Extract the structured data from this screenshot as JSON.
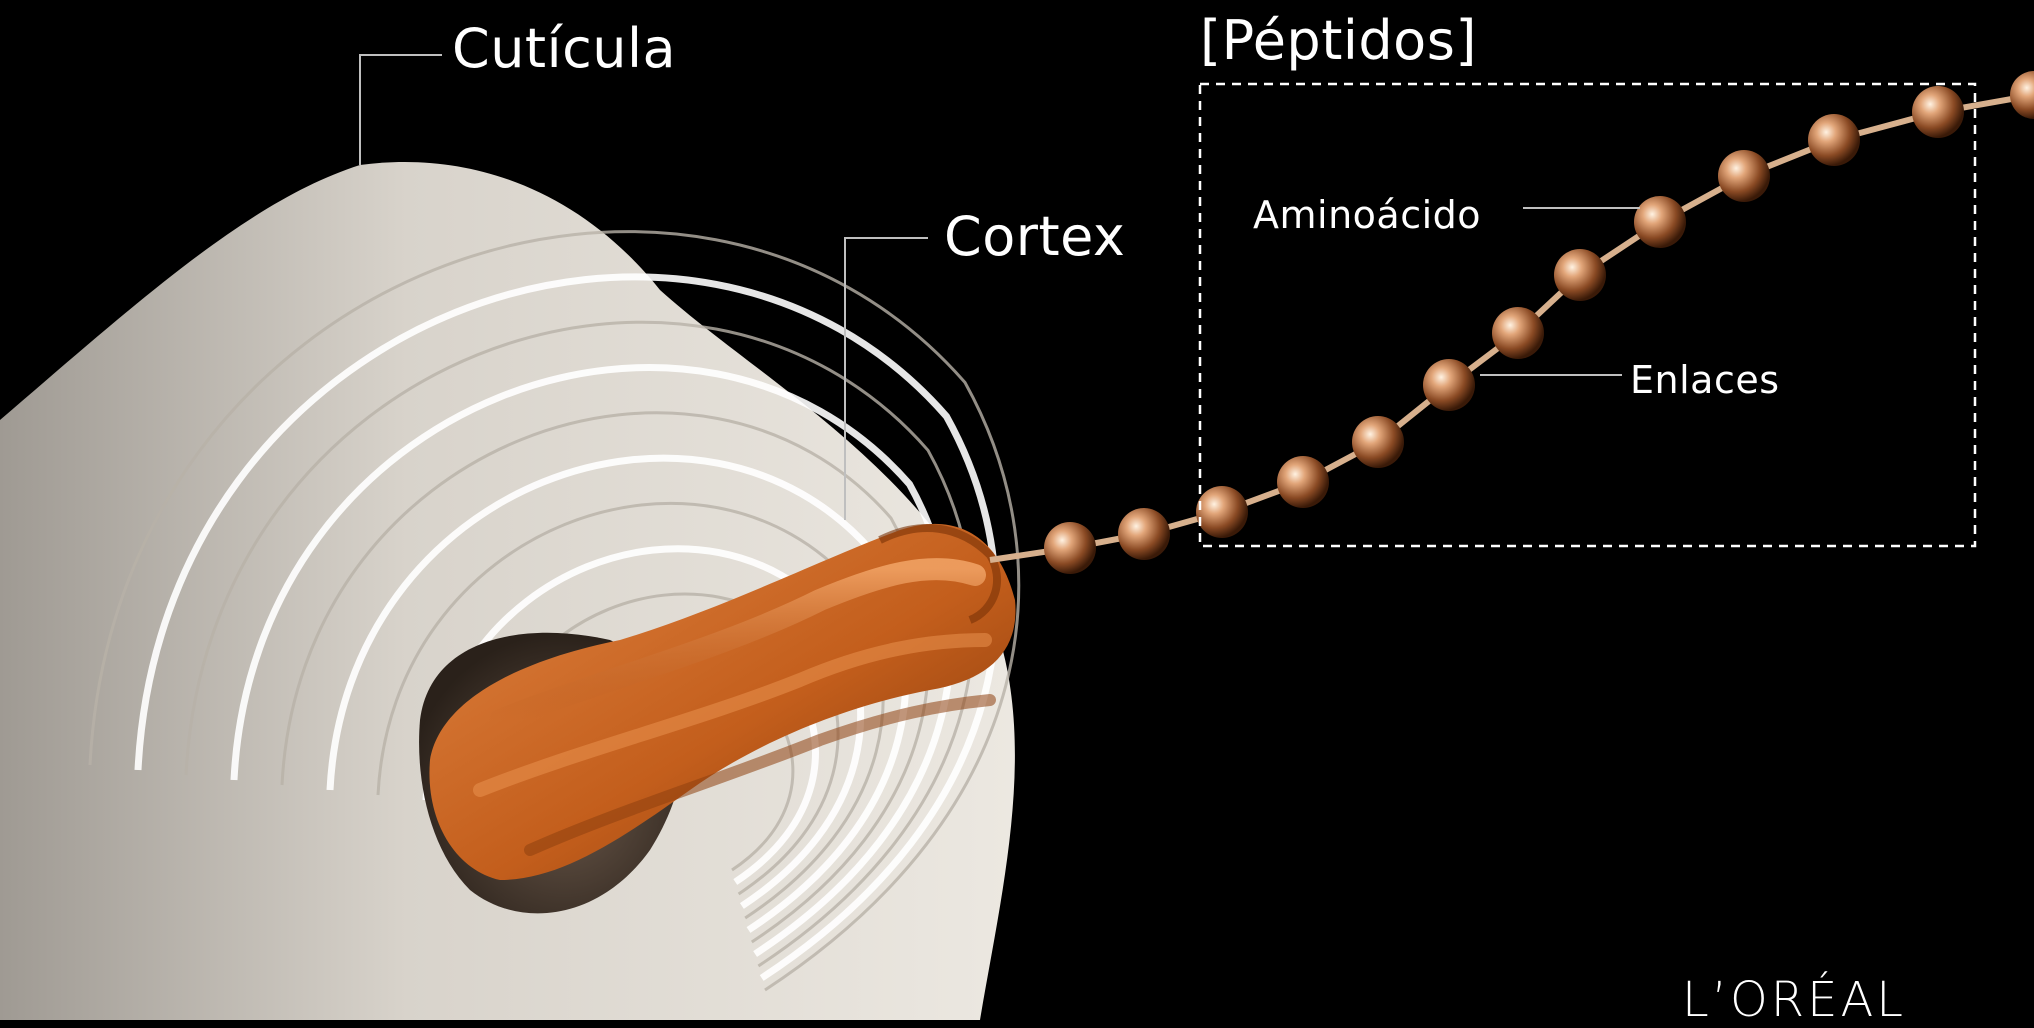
{
  "labels": {
    "cuticula": "Cutícula",
    "cortex": "Cortex",
    "peptidos": "[Péptidos]",
    "aminoacido": "Aminoácido",
    "enlaces": "Enlaces"
  },
  "brand": {
    "logo_text": "L’ORÉAL"
  },
  "colors": {
    "background": "#000000",
    "text": "#ffffff",
    "cuticle": "#f1ede6",
    "cortex": "#c7621f",
    "bead": "#c98a5e",
    "leader_line": "#bfbfbf"
  }
}
